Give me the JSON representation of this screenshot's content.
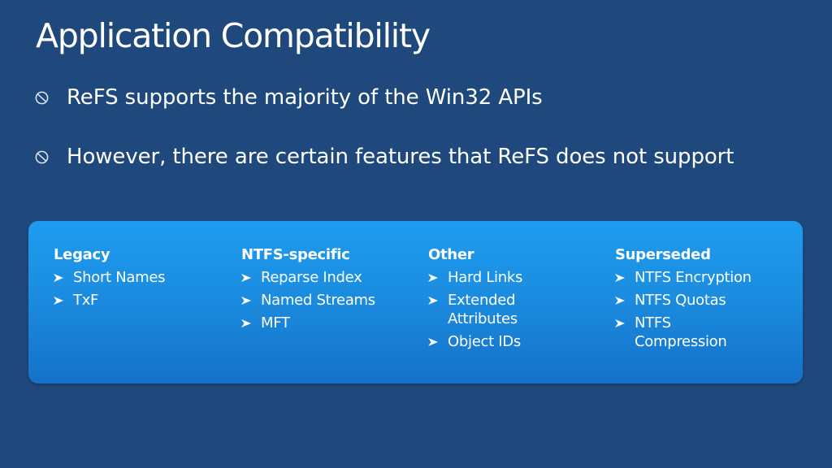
{
  "title": "Application Compatibility",
  "bullets": [
    "ReFS supports the majority of the Win32 APIs",
    "However, there are certain features that ReFS does not support"
  ],
  "panel": {
    "columns": [
      {
        "heading": "Legacy",
        "items": [
          "Short Names",
          "TxF"
        ]
      },
      {
        "heading": "NTFS-specific",
        "items": [
          "Reparse Index",
          "Named Streams",
          "MFT"
        ]
      },
      {
        "heading": "Other",
        "items": [
          "Hard Links",
          "Extended Attributes",
          "Object IDs"
        ]
      },
      {
        "heading": "Superseded",
        "items": [
          "NTFS Encryption",
          "NTFS Quotas",
          "NTFS Compression"
        ]
      }
    ]
  },
  "icons": {
    "bullet": "circle-slash-bullet-icon",
    "item": "arrowhead-bullet-icon"
  },
  "colors": {
    "background": "#1f497d",
    "panel_top": "#1e9cf0",
    "panel_bottom": "#1471c8",
    "text": "#ffffff"
  }
}
